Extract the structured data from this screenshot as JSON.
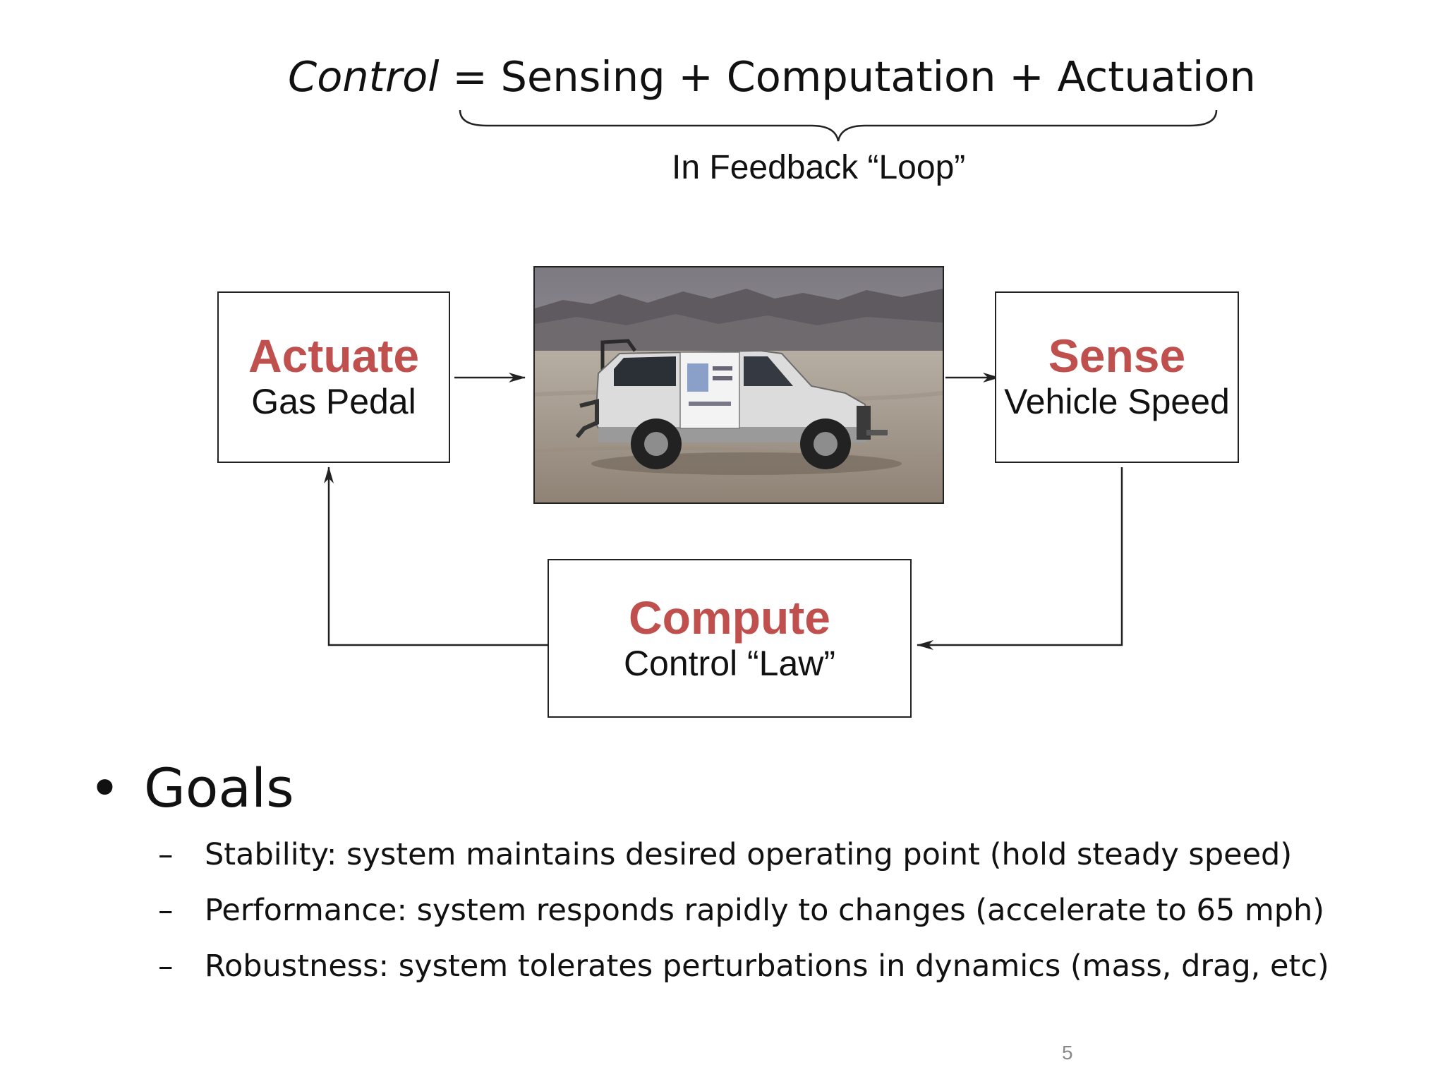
{
  "header": {
    "equation_lhs": "Control",
    "equation_rhs": " = Sensing + Computation + Actuation",
    "feedback_label": "In Feedback “Loop”"
  },
  "diagram": {
    "actuate": {
      "title": "Actuate",
      "subtitle": "Gas Pedal"
    },
    "sense": {
      "title": "Sense",
      "subtitle": "Vehicle Speed"
    },
    "compute": {
      "title": "Compute",
      "subtitle": "Control “Law”"
    },
    "photo_subject": "vehicle-photo",
    "colors": {
      "title_red": "#c0504d",
      "line": "#222222"
    }
  },
  "goals": {
    "heading": "Goals",
    "bullet_glyph": "•",
    "dash_glyph": "–",
    "items": [
      "Stability: system maintains desired operating point (hold steady speed)",
      "Performance: system responds rapidly to changes (accelerate to 65 mph)",
      "Robustness: system tolerates perturbations in dynamics (mass, drag, etc)"
    ]
  },
  "page_number": "5"
}
